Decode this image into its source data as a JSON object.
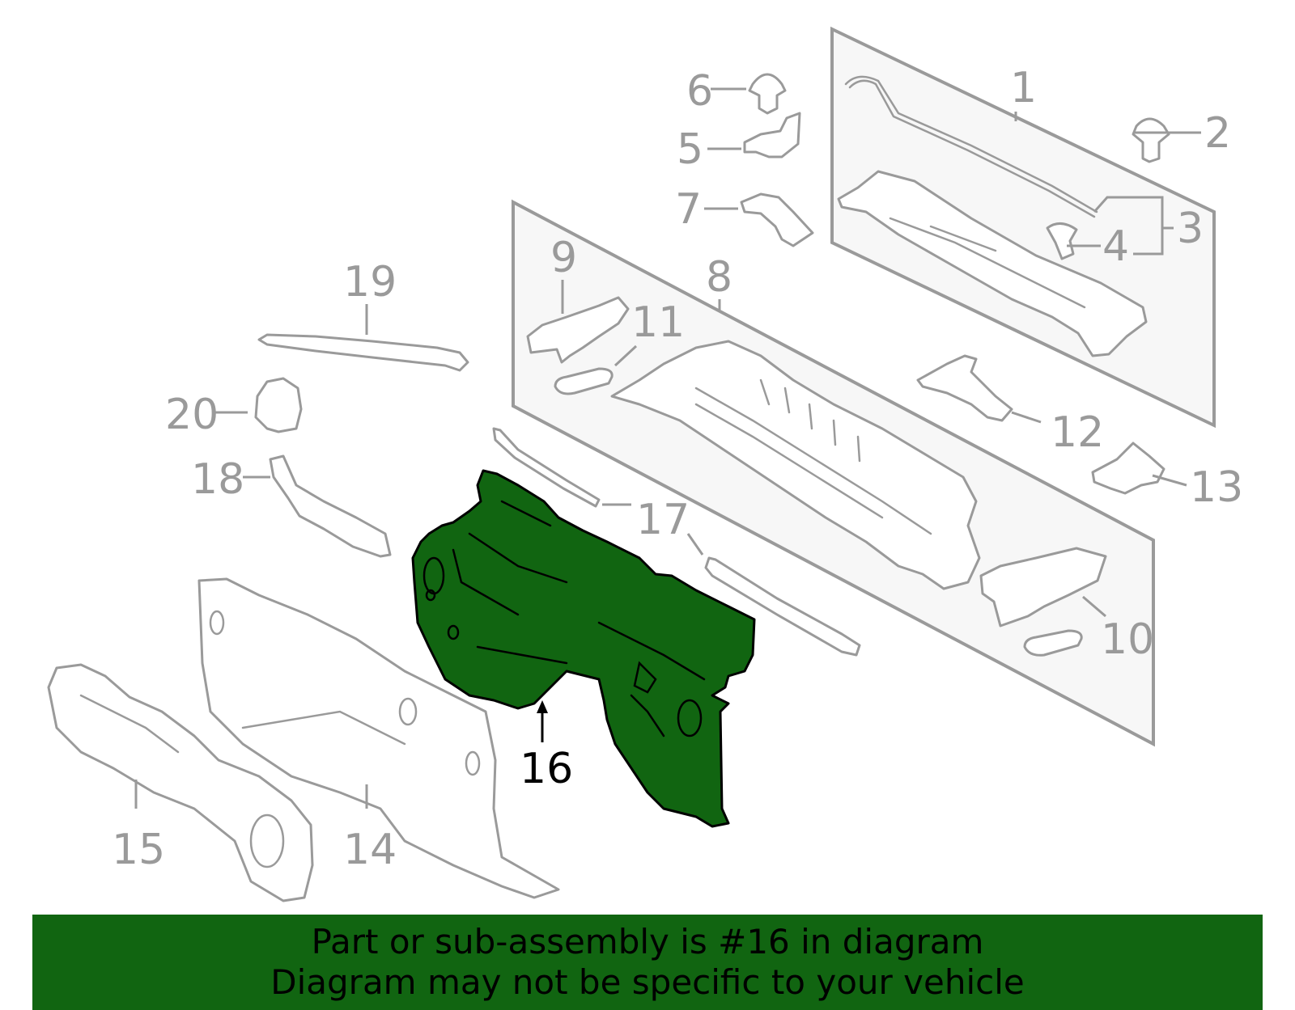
{
  "diagram": {
    "highlight_color": "#116511",
    "callout_color": "#9a9a9a",
    "highlighted_part": "16",
    "callouts": [
      "1",
      "2",
      "3",
      "4",
      "5",
      "6",
      "7",
      "8",
      "9",
      "10",
      "11",
      "12",
      "13",
      "14",
      "15",
      "16",
      "17",
      "18",
      "19",
      "20"
    ]
  },
  "banner": {
    "line1": "Part or sub-assembly is #16 in diagram",
    "line2": "Diagram may not be specific to your vehicle",
    "color": "#116511"
  }
}
